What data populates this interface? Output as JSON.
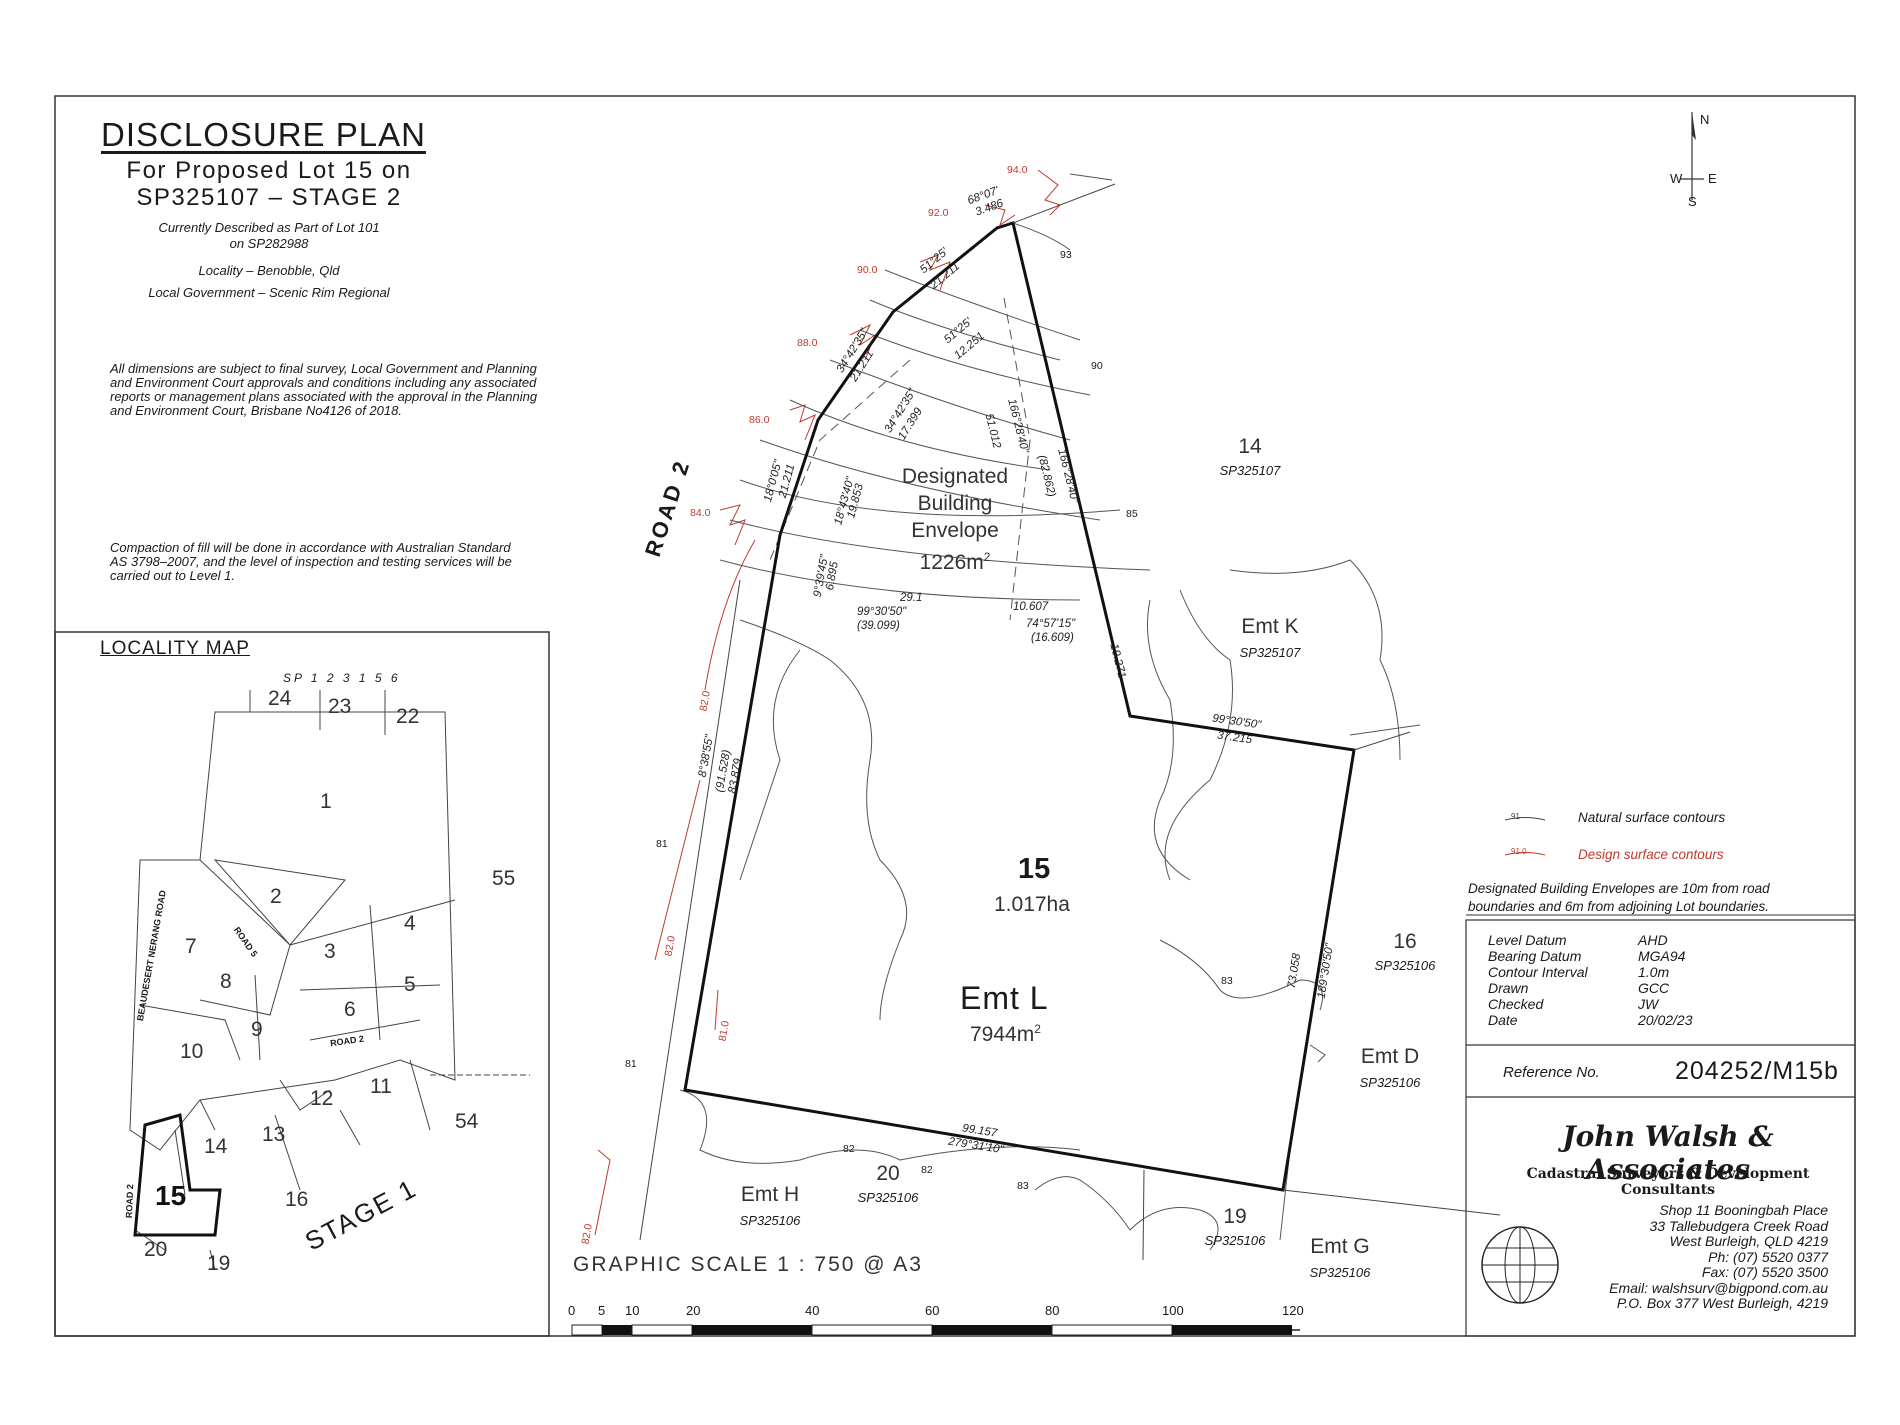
{
  "header": {
    "title": "DISCLOSURE PLAN",
    "subtitle_1": "For Proposed Lot 15 on",
    "subtitle_2": "SP325107 – STAGE 2",
    "described_1": "Currently Described as Part of Lot 101",
    "described_2": "on SP282988",
    "locality": "Locality – Benobble, Qld",
    "local_gov": "Local Government – Scenic Rim Regional"
  },
  "notes": {
    "dimensions": "All dimensions are subject to final survey, Local Government and Planning and Environment Court approvals and conditions including any associated reports or management plans associated with the approval in the Planning and Environment Court, Brisbane No4126 of 2018.",
    "compaction": "Compaction of fill will be done in accordance with Australian Standard AS 3798–2007, and the level of inspection and testing services will be carried out to Level 1."
  },
  "compass": {
    "n": "N",
    "s": "S",
    "e": "E",
    "w": "W"
  },
  "plan": {
    "road_label": "ROAD 2",
    "lot_number": "15",
    "lot_area": "1.017ha",
    "easement": "Emt L",
    "easement_area": "7944m",
    "envelope_1": "Designated",
    "envelope_2": "Building",
    "envelope_3": "Envelope",
    "envelope_area": "1226m",
    "sq": "2",
    "neighbours": [
      {
        "lot": "14",
        "plan": "SP325107"
      },
      {
        "lot": "16",
        "plan": "SP325106"
      },
      {
        "lot": "19",
        "plan": "SP325106"
      },
      {
        "lot": "20",
        "plan": "SP325106"
      }
    ],
    "easements": [
      {
        "label": "Emt K",
        "plan": "SP325107"
      },
      {
        "label": "Emt D",
        "plan": "SP325106"
      },
      {
        "label": "Emt H",
        "plan": "SP325106"
      },
      {
        "label": "Emt G",
        "plan": "SP325106"
      }
    ],
    "bearings": [
      "68°07'",
      "3.486",
      "51°25'",
      "21.211",
      "51°25'",
      "12.251",
      "34°42'35\"",
      "21.211",
      "34°42'35\"",
      "17.399",
      "166°28'40\"",
      "51.012",
      "166°28'40\"",
      "(82.862)",
      "18°0'05\"",
      "21.211",
      "18°43'40\"",
      "19.853",
      "9°39'45\"",
      "6.895",
      "29.1",
      "99°30'50\"",
      "(39.099)",
      "10.607",
      "74°57'15\"",
      "(16.609)",
      "19.271",
      "99°30'50\"",
      "37.215",
      "8°38'55\"",
      "(91.528)",
      "83.879",
      "73.058",
      "189°30'50\"",
      "99.157",
      "279°31'10\""
    ],
    "contours_red": [
      "94.0",
      "92.0",
      "90.0",
      "88.0",
      "86.0",
      "84.0",
      "82.0",
      "82.0",
      "81.0",
      "82.0"
    ],
    "contours_black": [
      "93",
      "90",
      "85",
      "81",
      "81",
      "83",
      "82",
      "82",
      "83"
    ]
  },
  "legend": {
    "natural": "Natural surface contours",
    "design": "Design surface contours",
    "natural_sample": "91",
    "design_sample": "91.0",
    "envelope_note_1": "Designated Building Envelopes are 10m from road",
    "envelope_note_2": "boundaries and 6m from adjoining Lot boundaries."
  },
  "info": [
    {
      "label": "Level Datum",
      "value": "AHD"
    },
    {
      "label": "Bearing Datum",
      "value": "MGA94"
    },
    {
      "label": "Contour Interval",
      "value": "1.0m"
    },
    {
      "label": "Drawn",
      "value": "GCC"
    },
    {
      "label": "Checked",
      "value": "JW"
    },
    {
      "label": "Date",
      "value": "20/02/23"
    }
  ],
  "reference": {
    "label": "Reference No.",
    "value": "204252/M15b"
  },
  "firm": {
    "name": "John Walsh & Associates",
    "tagline": "Cadastral Surveyors & Development Consultants",
    "address": [
      "Shop 11 Booningbah Place",
      "33 Tallebudgera Creek Road",
      "West Burleigh, QLD 4219",
      "Ph: (07) 5520 0377",
      "Fax: (07) 5520 3500",
      "Email: walshsurv@bigpond.com.au",
      "P.O. Box 377 West Burleigh, 4219"
    ]
  },
  "scale": {
    "label": "GRAPHIC SCALE 1 : 750 @ A3",
    "ticks": [
      "0",
      "5",
      "10",
      "20",
      "40",
      "60",
      "80",
      "100",
      "120"
    ]
  },
  "locality_map": {
    "title": "LOCALITY MAP",
    "sp_label": "SP 1 2 3 1 5 6",
    "lots": [
      "24",
      "23",
      "22",
      "1",
      "55",
      "2",
      "7",
      "3",
      "4",
      "8",
      "5",
      "6",
      "9",
      "10",
      "12",
      "11",
      "14",
      "13",
      "54",
      "16",
      "15",
      "20",
      "19"
    ],
    "roads": [
      "BEAUDESERT NERANG ROAD",
      "ROAD 5",
      "ROAD 2",
      "ROAD 2"
    ],
    "stage": "STAGE 1"
  }
}
